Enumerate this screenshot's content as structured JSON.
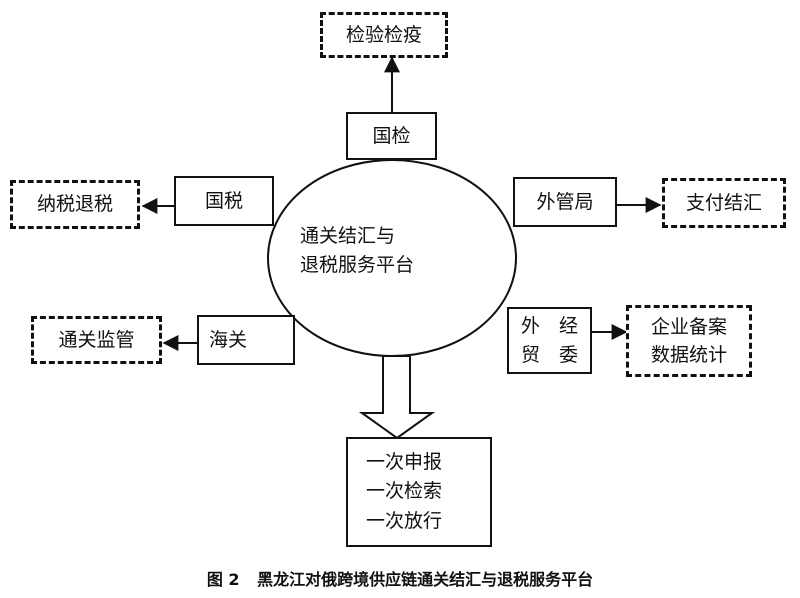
{
  "center": {
    "line1": "通关结汇与",
    "line2": "退税服务平台"
  },
  "agencies": {
    "guojian": "国检",
    "guoshui": "国税",
    "waiguanju": "外管局",
    "haiguan": "海关",
    "waijingmaowei": {
      "line1": "外　经",
      "line2": "贸　委"
    }
  },
  "functions": {
    "jianyan": "检验检疫",
    "tuishui": "纳税退税",
    "zhifu": "支付结汇",
    "jianguan": "通关监管",
    "beian": {
      "line1": "企业备案",
      "line2": "数据统计"
    }
  },
  "output": {
    "line1": "一次申报",
    "line2": "一次检索",
    "line3": "一次放行"
  },
  "caption": {
    "figure_no": "图 2",
    "title": "黑龙江对俄跨境供应链通关结汇与退税服务平台"
  }
}
